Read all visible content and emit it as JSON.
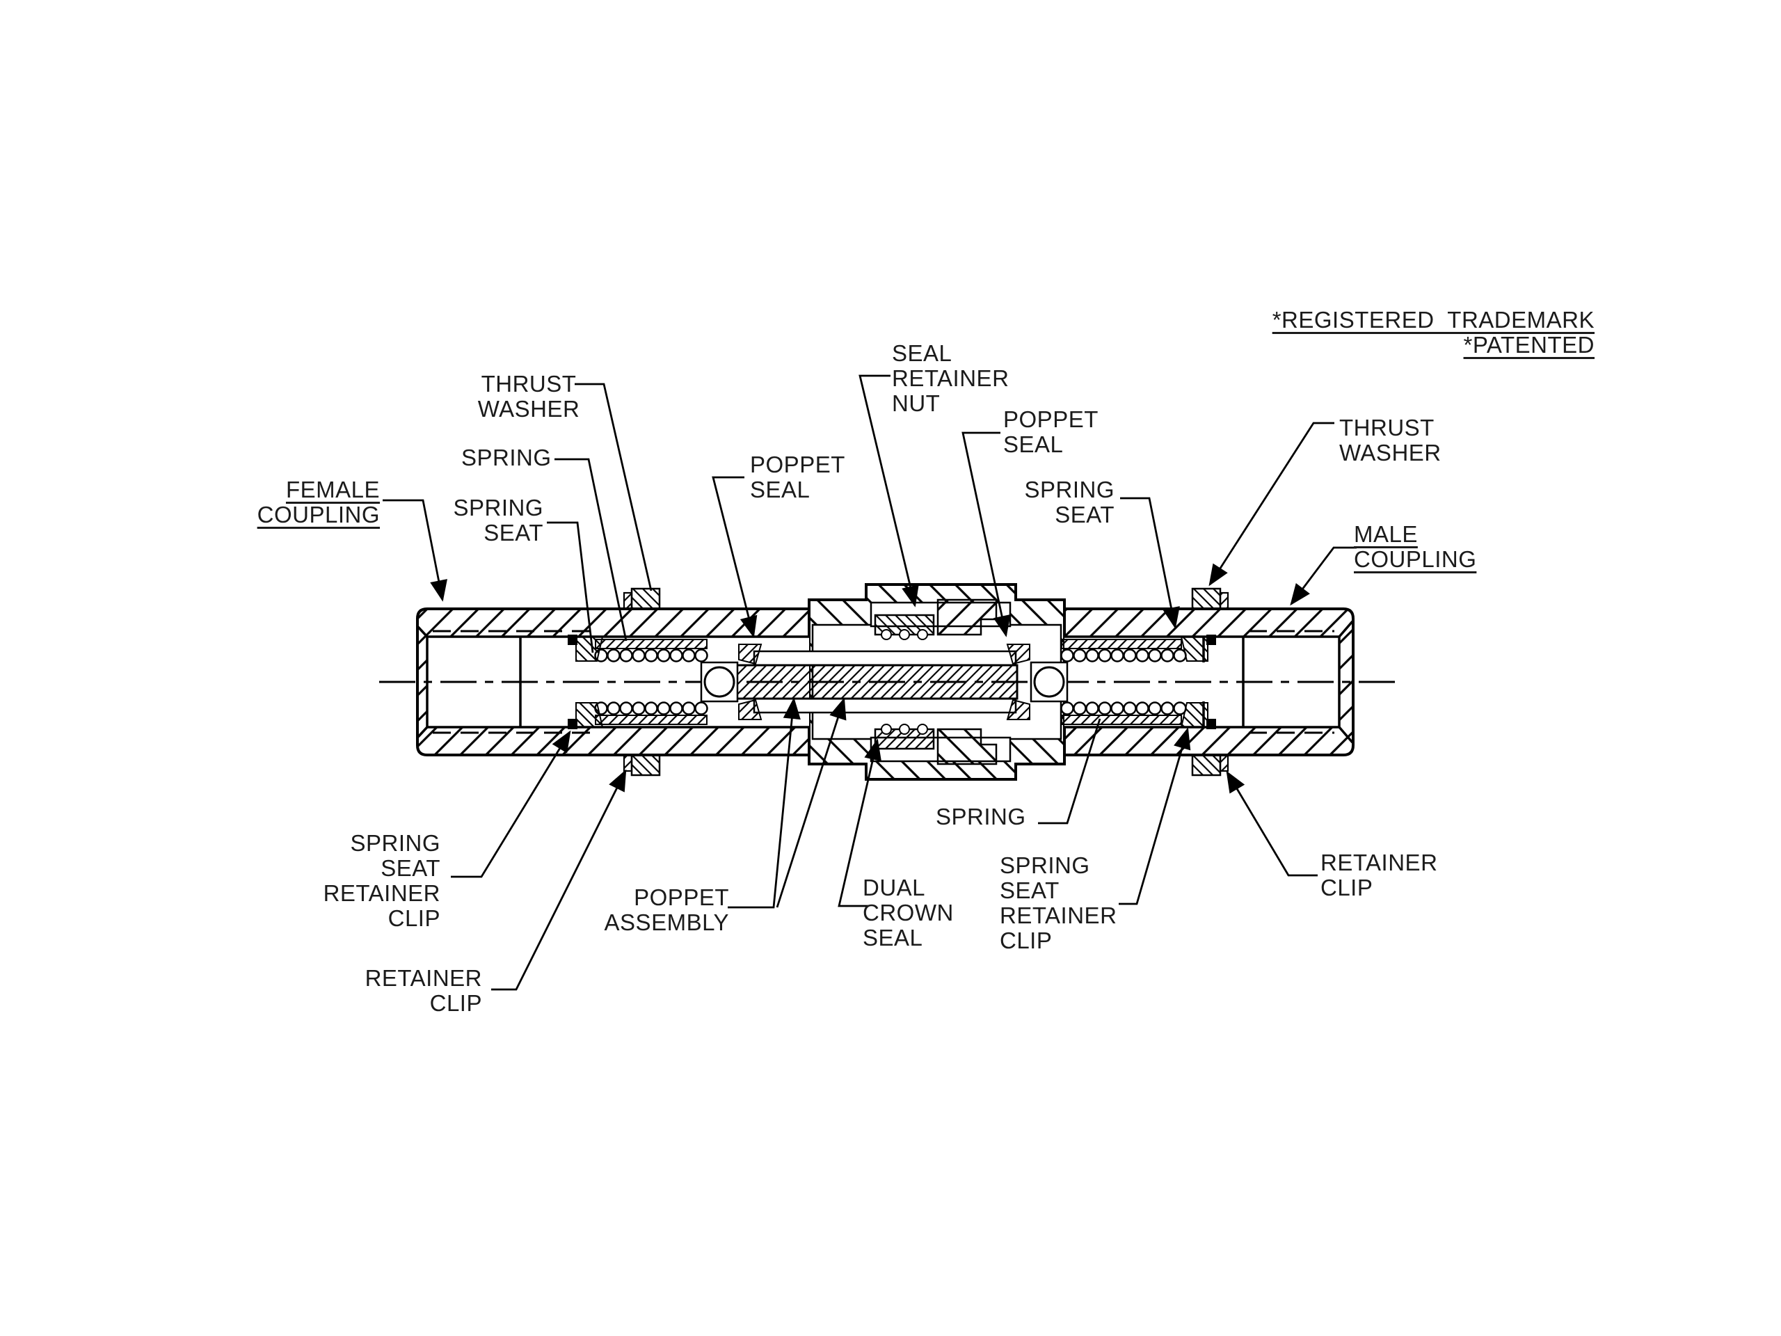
{
  "notes": {
    "trademark_note": "*REGISTERED  TRADEMARK\n*PATENTED"
  },
  "labels": {
    "thrust_washer_left": "THRUST\nWASHER",
    "spring_left": "SPRING",
    "spring_seat_left": "SPRING\nSEAT",
    "female_coupling": "FEMALE\nCOUPLING",
    "poppet_seal_left": "POPPET\nSEAL",
    "seal_retainer_nut": "SEAL\nRETAINER\nNUT",
    "poppet_seal_right": "POPPET\nSEAL",
    "spring_seat_right": "SPRING\nSEAT",
    "thrust_washer_right": "THRUST\nWASHER",
    "male_coupling": "MALE\nCOUPLING",
    "spring_seat_retainer_clip_left": "SPRING\nSEAT\nRETAINER\nCLIP",
    "retainer_clip_left": "RETAINER\nCLIP",
    "poppet_assembly": "POPPET\nASSEMBLY",
    "dual_crown_seal": "DUAL\nCROWN\nSEAL",
    "spring_right": "SPRING",
    "spring_seat_retainer_clip_right": "SPRING\nSEAT\nRETAINER\nCLIP",
    "retainer_clip_right": "RETAINER\nCLIP"
  },
  "colors": {
    "line": "#000000",
    "background": "#ffffff",
    "text": "#1b1b1b"
  }
}
